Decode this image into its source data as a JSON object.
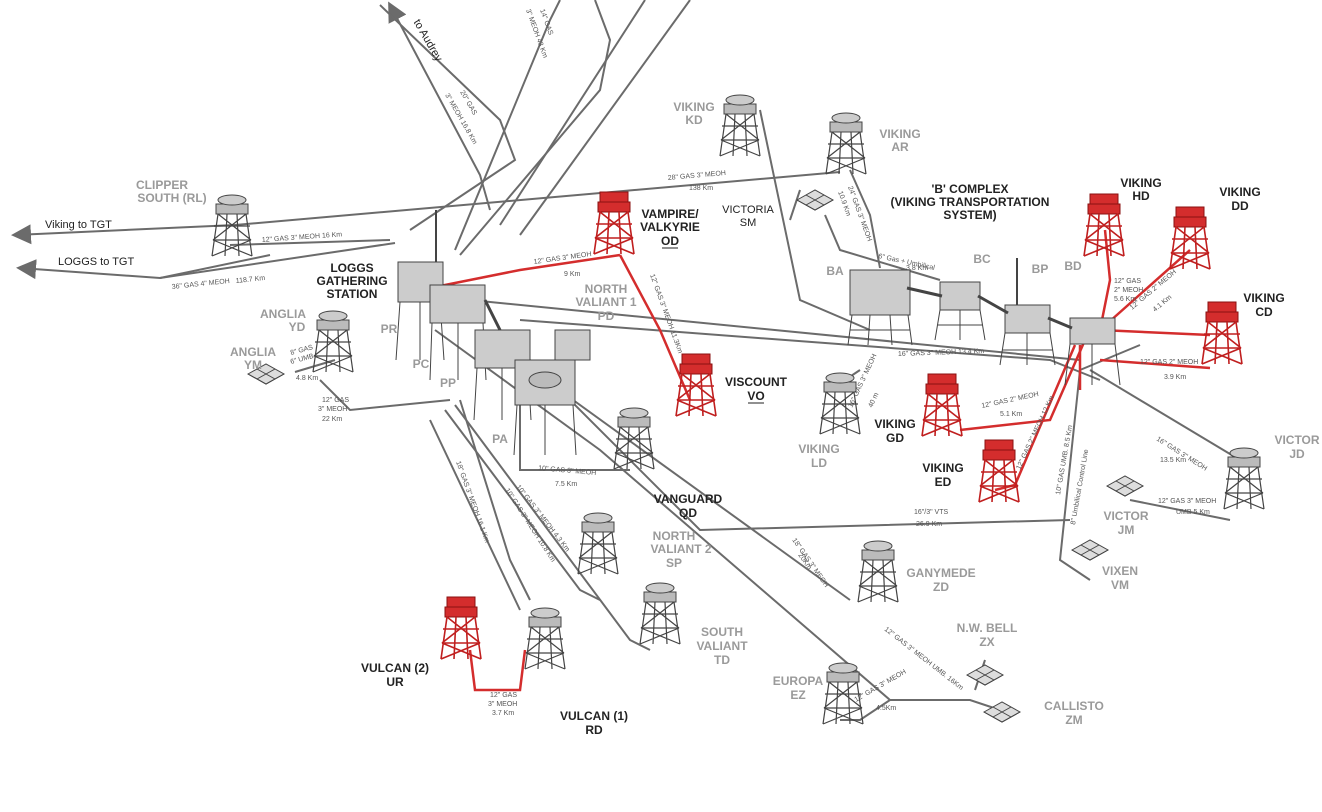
{
  "colors": {
    "active": "#d42d2d",
    "inactive": "#9a9a9a",
    "text_dark": "#222222"
  },
  "direction_labels": {
    "audrey": "to Audrey",
    "viking_tgt": "Viking to TGT",
    "loggs_tgt": "LOGGS to TGT"
  },
  "group_labels": {
    "b_complex_1": "'B' COMPLEX",
    "b_complex_2": "(VIKING TRANSPORTATION",
    "b_complex_3": "SYSTEM)",
    "loggs_1": "LOGGS",
    "loggs_2": "GATHERING",
    "loggs_3": "STATION",
    "ba": "BA",
    "bc": "BC",
    "bp": "BP",
    "bd": "BD",
    "pr": "PR",
    "pc": "PC",
    "pp": "PP",
    "pa": "PA"
  },
  "platforms": {
    "viking_kd": [
      "VIKING",
      "KD"
    ],
    "viking_ar": [
      "VIKING",
      "AR"
    ],
    "clipper": [
      "CLIPPER",
      "SOUTH (RL)"
    ],
    "victoria": [
      "VICTORIA",
      "SM"
    ],
    "vampire": [
      "VAMPIRE/",
      "VALKYRIE",
      "OD"
    ],
    "north_valiant1": [
      "NORTH",
      "VALIANT 1",
      "PD"
    ],
    "viking_hd": [
      "VIKING",
      "HD"
    ],
    "viking_dd": [
      "VIKING",
      "DD"
    ],
    "viking_cd": [
      "VIKING",
      "CD"
    ],
    "anglia_yd": [
      "ANGLIA",
      "YD"
    ],
    "anglia_ym": [
      "ANGLIA",
      "YM"
    ],
    "viscount": [
      "VISCOUNT",
      "VO"
    ],
    "viking_gd": [
      "VIKING",
      "GD"
    ],
    "viking_ld": [
      "VIKING",
      "LD"
    ],
    "viking_ed": [
      "VIKING",
      "ED"
    ],
    "victor_jd": [
      "VICTOR",
      "JD"
    ],
    "vanguard": [
      "VANGUARD",
      "QD"
    ],
    "north_valiant2": [
      "NORTH",
      "VALIANT 2",
      "SP"
    ],
    "victor_jm": [
      "VICTOR",
      "JM"
    ],
    "vixen": [
      "VIXEN",
      "VM"
    ],
    "ganymede": [
      "GANYMEDE",
      "ZD"
    ],
    "south_valiant": [
      "SOUTH",
      "VALIANT",
      "TD"
    ],
    "nw_bell": [
      "N.W. BELL",
      "ZX"
    ],
    "europa": [
      "EUROPA",
      "EZ"
    ],
    "vulcan2": [
      "VULCAN (2)",
      "UR"
    ],
    "vulcan1": [
      "VULCAN (1)",
      "RD"
    ],
    "callisto": [
      "CALLISTO",
      "ZM"
    ]
  },
  "pipelines": {
    "p14gas": "14\" GAS",
    "p3meoh43": "3\" MEOH 43 Km",
    "p20gas": "20\" GAS",
    "p3meoh168": "3\" MEOH 16.8 Km",
    "p28gas": "28\" GAS 3\" MEOH",
    "p138": "138 Km",
    "p12clip": "12\" GAS 3\" MEOH 16 Km",
    "p36gas": "36\" GAS 4\" MEOH",
    "p1187": "118.7 Km",
    "p24gas": "24\" GAS 3\" MEOH",
    "p109": "10.9 Km",
    "p6gas": "6\" Gas + Umbilical",
    "p38": "3.8 Km",
    "p12vamp": "12\" GAS 3\" MEOH",
    "p9": "9 Km",
    "p12visc": "12\" GAS 3\" MEOH 11.3Km",
    "p12hd": "12\" GAS",
    "p2meoh": "2\" MEOH",
    "p56": "5.6 Km",
    "p12dd": "12\" GAS 2\" MEOH",
    "p41": "4.1 Km",
    "p16bd": "16\" GAS 3\" MEOH 13.4 Km",
    "p8gas": "8\" GAS",
    "p6umb": "6\" UMB",
    "p48": "4.8 Km",
    "p12cd": "12\" GAS 2\" MEOH",
    "p39": "3.9 Km",
    "p16ld": "16\" GAS 3\" MEOH",
    "p40": "40 m",
    "p12gd": "12\" GAS 2\" MEOH",
    "p51": "5.1 Km",
    "p12yd": "12\" GAS",
    "p3meoh": "3\" MEOH",
    "p22": "22 Km",
    "p12ed": "12\" GAS 2\" MEOH 12 Km",
    "p10vang": "10\" GAS 3\" MEOH",
    "p75": "7.5 Km",
    "p16vic": "16\" GAS 3\" MEOH",
    "p135": "13.5 Km",
    "p10umb": "10\" GAS UMB. 8.5 Km",
    "p8ctrl": "8\" Umbilical Control Line",
    "p12jm": "12\" GAS 3\" MEOH",
    "pumb5": "UMB 5 Km",
    "p16vts": "16\"/3\" VTS",
    "p269": "26.9 Km",
    "p18gas": "18\" GAS 3\" MEOH",
    "p20km": "20Km",
    "p18vulc": "18\" GAS 3\" MEOH 16.1 Km",
    "p10sp": "10\" GAS 3\" MEOH 4.3 Km",
    "p10td": "10\" GAS 3\" MEOH 10.8 Km",
    "p12ur": "12\" GAS",
    "p3meoh_ur": "3\" MEOH",
    "p37": "3.7 Km",
    "p12zm": "12\" GAS 3\" MEOH UMB. 16Km",
    "p12ez": "12\" GAS 3\" MEOH",
    "p45": "4.5Km"
  }
}
